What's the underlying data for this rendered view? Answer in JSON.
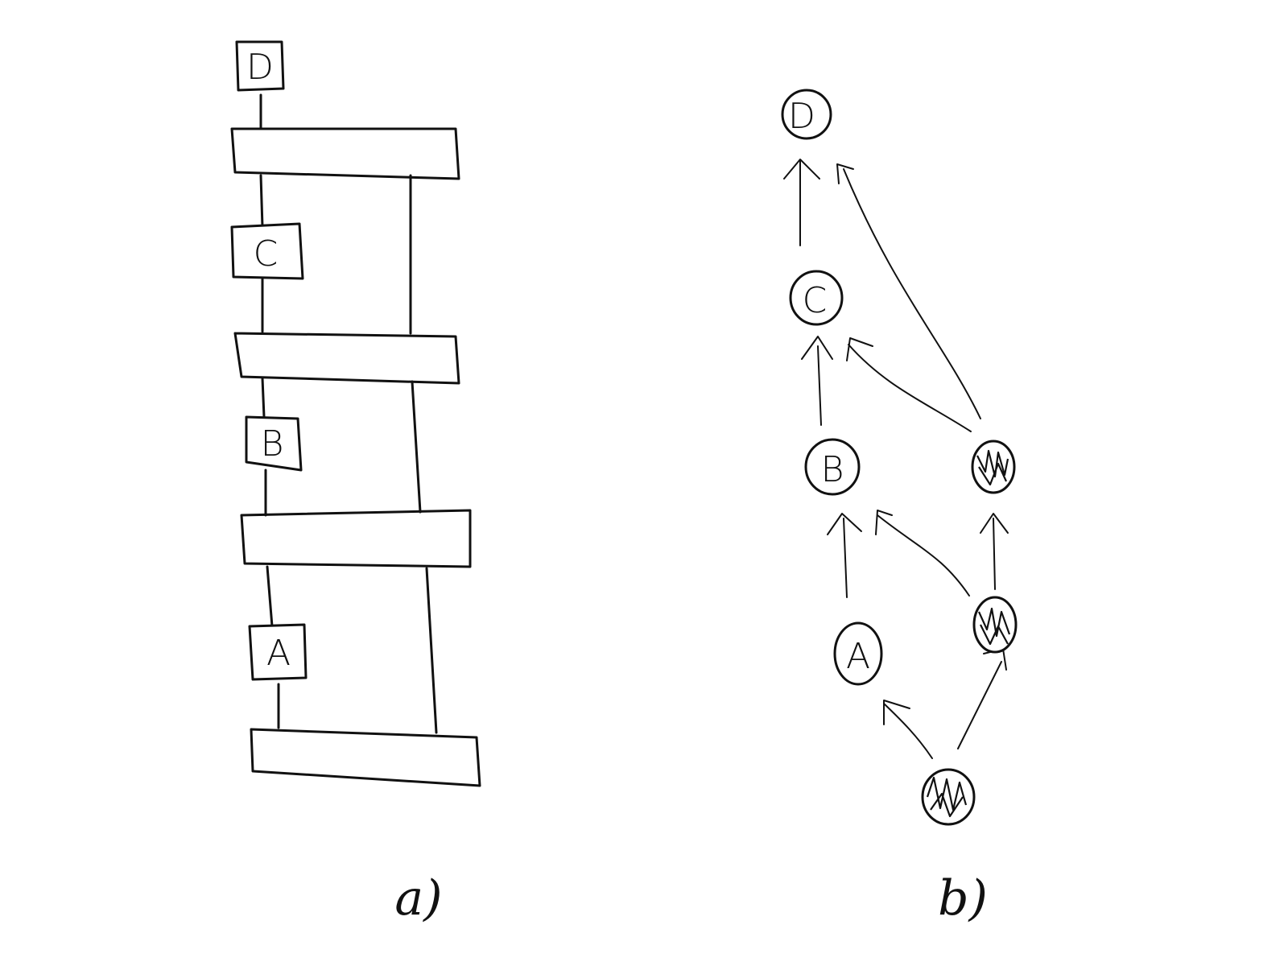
{
  "panel_a": {
    "caption": "a)",
    "boxes": [
      "A",
      "B",
      "C",
      "D"
    ]
  },
  "panel_b": {
    "caption": "b)",
    "nodes": [
      "A",
      "B",
      "C",
      "D"
    ]
  }
}
